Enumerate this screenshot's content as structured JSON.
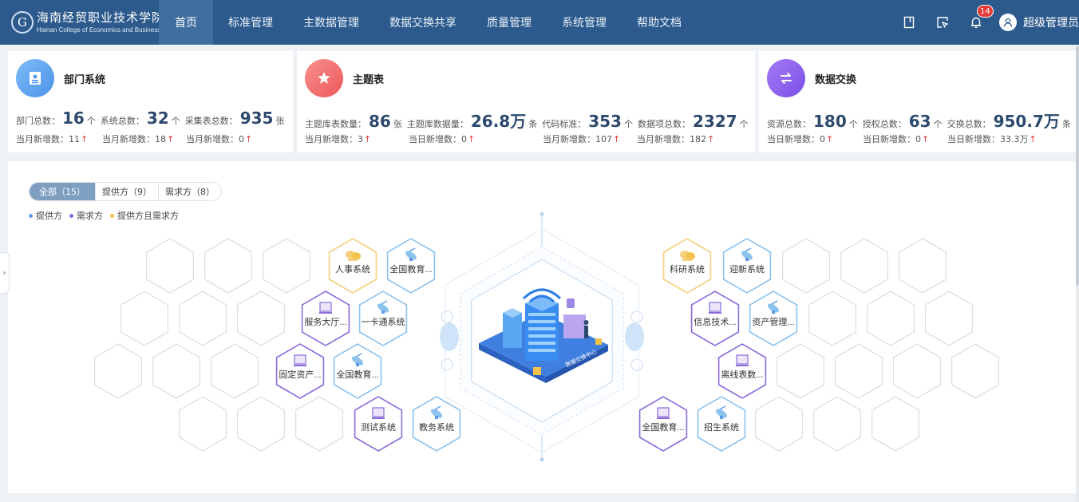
{
  "logo": {
    "mark": "G",
    "cn": "海南经贸职业技术学院",
    "en": "Hainan College of Economics and Business"
  },
  "nav": [
    "首页",
    "标准管理",
    "主数据管理",
    "数据交换共享",
    "质量管理",
    "系统管理",
    "帮助文档"
  ],
  "header": {
    "notification_count": "14",
    "user_name": "超级管理员"
  },
  "cards": [
    {
      "title": "部门系统",
      "color": "#5aa2ef",
      "icon": "certificate-icon",
      "stats": [
        {
          "label": "部门总数：",
          "value": "16",
          "unit": "个"
        },
        {
          "label": "系统总数：",
          "value": "32",
          "unit": "个"
        },
        {
          "label": "采集表总数：",
          "value": "935",
          "unit": "张"
        }
      ],
      "subs": [
        {
          "label": "当月新增数：",
          "value": "11"
        },
        {
          "label": "当月新增数：",
          "value": "18"
        },
        {
          "label": "当月新增数：",
          "value": "0"
        }
      ]
    },
    {
      "title": "主题表",
      "color": "#f16a6a",
      "icon": "star-icon",
      "stats": [
        {
          "label": "主题库表数量：",
          "value": "86",
          "unit": "张"
        },
        {
          "label": "主题库数据量：",
          "value": "26.8万",
          "unit": "条"
        },
        {
          "label": "代码标准：",
          "value": "353",
          "unit": "个"
        },
        {
          "label": "数据项总数：",
          "value": "2327",
          "unit": "个"
        }
      ],
      "subs": [
        {
          "label": "当月新增数：",
          "value": "3"
        },
        {
          "label": "当日新增数：",
          "value": "0"
        },
        {
          "label": "当月新增数：",
          "value": "107"
        },
        {
          "label": "当月新增数：",
          "value": "182"
        }
      ]
    },
    {
      "title": "数据交换",
      "color": "#8b5cf0",
      "icon": "exchange-icon",
      "stats": [
        {
          "label": "资源总数：",
          "value": "180",
          "unit": "个"
        },
        {
          "label": "授权总数：",
          "value": "63",
          "unit": "个"
        },
        {
          "label": "交换总数：",
          "value": "950.7万",
          "unit": "条"
        }
      ],
      "subs": [
        {
          "label": "当日新增数：",
          "value": "0"
        },
        {
          "label": "当日新增数：",
          "value": "0"
        },
        {
          "label": "当日新增数：",
          "value": "33.3万"
        }
      ]
    }
  ],
  "tabs": [
    "全部（15）",
    "提供方（9）",
    "需求方（8）"
  ],
  "legend": [
    {
      "label": "提供方",
      "color": "#5b9be8"
    },
    {
      "label": "需求方",
      "color": "#8b6bd8"
    },
    {
      "label": "提供方且需求方",
      "color": "#f2c24b"
    }
  ],
  "hub": {
    "label": "数据交换中心"
  },
  "systems": [
    {
      "label": "人事系统",
      "kind": "both",
      "icon": "cloud-icon"
    },
    {
      "label": "全国教育...",
      "kind": "provider",
      "icon": "satellite-icon"
    },
    {
      "label": "服务大厅...",
      "kind": "consumer",
      "icon": "monitor-icon"
    },
    {
      "label": "一卡通系统",
      "kind": "provider",
      "icon": "satellite-icon"
    },
    {
      "label": "固定资产...",
      "kind": "consumer",
      "icon": "monitor-icon"
    },
    {
      "label": "全国教育...",
      "kind": "provider",
      "icon": "satellite-icon"
    },
    {
      "label": "测试系统",
      "kind": "consumer",
      "icon": "monitor-icon"
    },
    {
      "label": "教务系统",
      "kind": "provider",
      "icon": "satellite-icon"
    },
    {
      "label": "科研系统",
      "kind": "both",
      "icon": "cloud-icon"
    },
    {
      "label": "迎新系统",
      "kind": "provider",
      "icon": "satellite-icon"
    },
    {
      "label": "信息技术...",
      "kind": "consumer",
      "icon": "monitor-icon"
    },
    {
      "label": "资产管理...",
      "kind": "provider",
      "icon": "satellite-icon"
    },
    {
      "label": "离线表数...",
      "kind": "consumer",
      "icon": "monitor-icon"
    },
    {
      "label": "全国教育...",
      "kind": "consumer",
      "icon": "monitor-icon"
    },
    {
      "label": "招生系统",
      "kind": "provider",
      "icon": "satellite-icon"
    }
  ],
  "kind_colors": {
    "provider": "#8cc3ee",
    "consumer": "#8b6bd8",
    "both": "#f6cf7c"
  }
}
